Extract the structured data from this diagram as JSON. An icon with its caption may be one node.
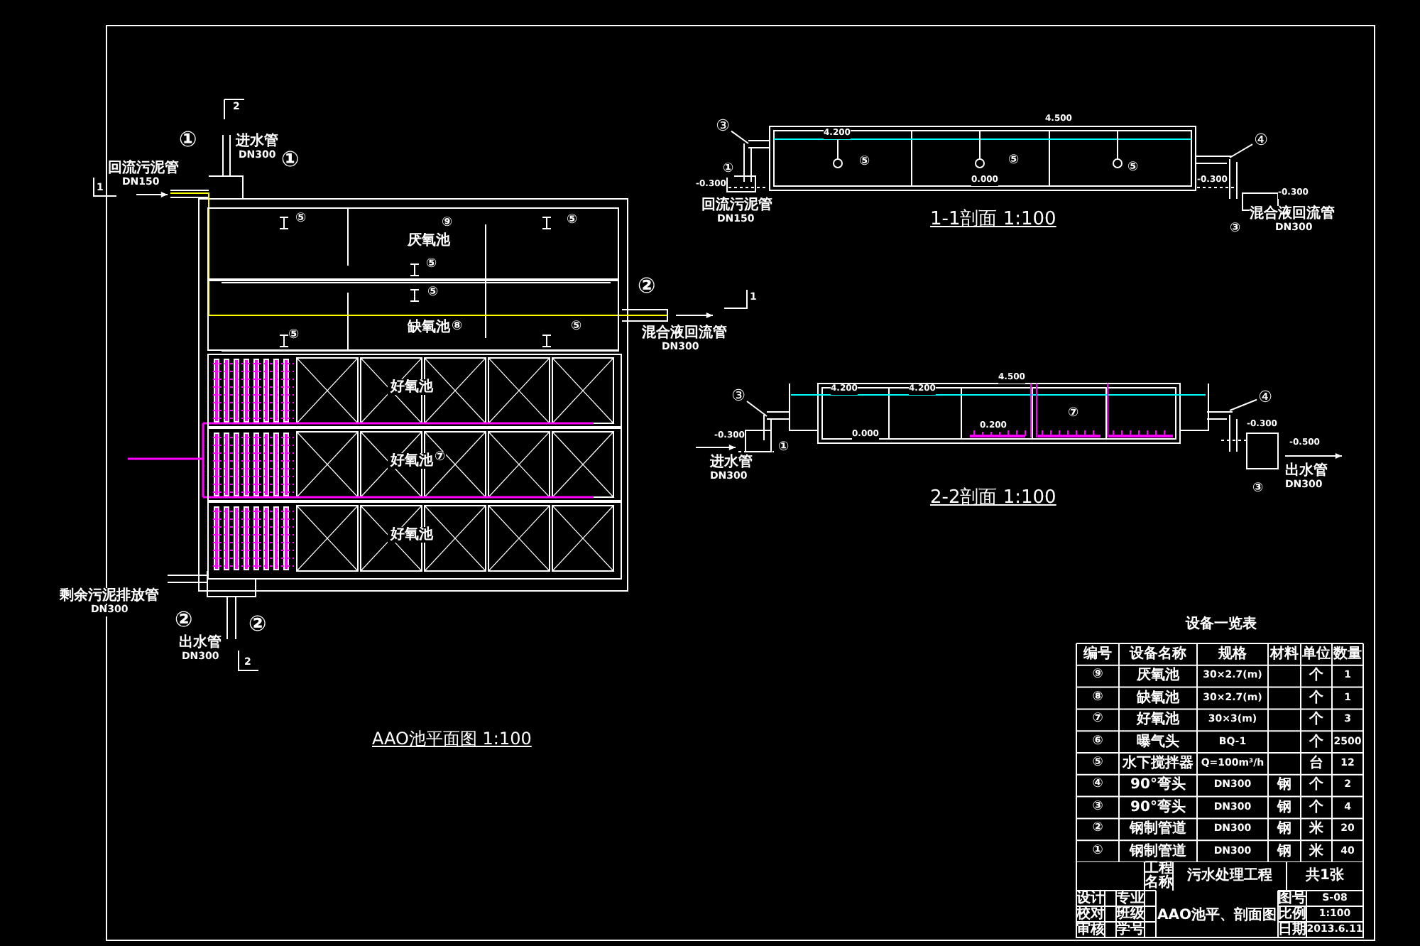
{
  "diagram": {
    "nodes": [
      {
        "text": [
          "厌氧池"
        ]
      },
      {
        "text": [
          "缺氧池"
        ]
      },
      {
        "text": [
          "好氧池"
        ]
      },
      {
        "text": [
          "好氧池"
        ]
      },
      {
        "text": [
          "好氧池"
        ]
      },
      {
        "text": [
          "③"
        ]
      },
      {
        "text": [
          "④"
        ]
      },
      {
        "text": [
          "③"
        ]
      },
      {
        "text": [
          "④"
        ]
      }
    ],
    "edges": [
      {
        "from": 5,
        "to": null,
        "arrow": "none"
      },
      {
        "from": 6,
        "to": null,
        "arrow": "none"
      },
      {
        "from": 7,
        "to": null,
        "arrow": "none"
      },
      {
        "from": 8,
        "to": null,
        "arrow": "none"
      }
    ],
    "labels": [
      "①",
      "进水管",
      "DN300",
      "①",
      "回流污泥管",
      "DN150",
      "1",
      "2",
      "⑤",
      "⑨",
      "⑤",
      "⑤",
      "⑤",
      "⑧",
      "⑤",
      "⑤",
      "②",
      "1",
      "混合液回流管",
      "DN300",
      "⑦",
      "剩余污泥排放管",
      "DN300",
      "②",
      "②",
      "出水管",
      "DN300",
      "2",
      "AAO池平面图 1:100",
      "4.200",
      "4.500",
      "①",
      "-0.300",
      "⑤",
      "⑤",
      "⑤",
      "0.000",
      "-0.300",
      "-0.300",
      "回流污泥管",
      "DN150",
      "混合液回流管",
      "③",
      "DN300",
      "1-1剖面 1:100",
      "4.500",
      "4.200",
      "4.200",
      "⑦",
      "0.200",
      "-0.300",
      "0.000",
      "-0.300",
      "①",
      "-0.500",
      "进水管",
      "DN300",
      "出水管",
      "③",
      "DN300",
      "2-2剖面 1:100",
      "设备一览表",
      "编号",
      "设备名称",
      "规格",
      "材料",
      "单位",
      "数量",
      "⑨",
      "厌氧池",
      "30×2.7(m)",
      "个",
      "1",
      "⑧",
      "缺氧池",
      "30×2.7(m)",
      "个",
      "1",
      "⑦",
      "好氧池",
      "30×3(m)",
      "个",
      "3",
      "⑥",
      "曝气头",
      "BQ-1",
      "个",
      "2500",
      "⑤",
      "水下搅拌器",
      "Q=100m³/h",
      "台",
      "12",
      "④",
      "90°弯头",
      "DN300",
      "钢",
      "个",
      "2",
      "③",
      "90°弯头",
      "DN300",
      "钢",
      "个",
      "4",
      "②",
      "钢制管道",
      "DN300",
      "钢",
      "米",
      "20",
      "①",
      "钢制管道",
      "DN300",
      "钢",
      "米",
      "40",
      "工程名称",
      "污水处理工程",
      "共1张",
      "设计",
      "专业",
      "AAO池平、剖面图",
      "图号",
      "S-08",
      "校对",
      "班级",
      "比例",
      "1:100",
      "审核",
      "学号",
      "日期",
      "2013.6.11"
    ]
  }
}
